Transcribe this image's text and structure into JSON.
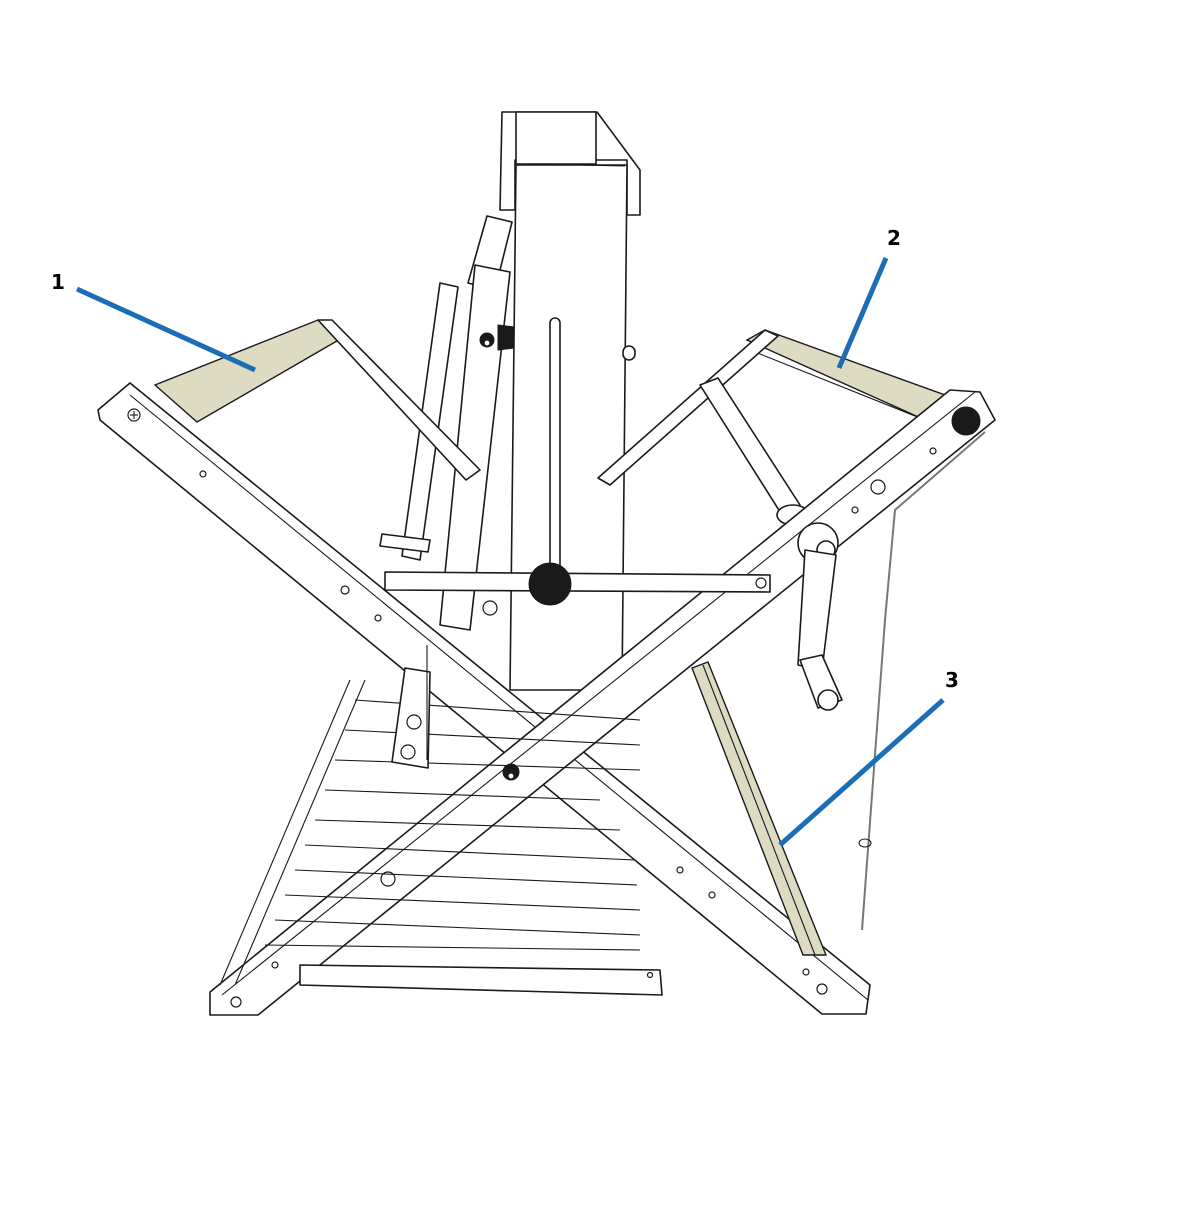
{
  "diagram": {
    "subject": "folding floor loom (X-frame) line drawing",
    "colors": {
      "line": "#1a1a1a",
      "highlight_fill": "#dddcc3",
      "leader_line": "#1b6eb6",
      "background": "#ffffff"
    },
    "callouts": [
      {
        "id": "1",
        "label": "1",
        "target": "back beam (left, highlighted)"
      },
      {
        "id": "2",
        "label": "2",
        "target": "back beam (right, highlighted)"
      },
      {
        "id": "3",
        "label": "3",
        "target": "diagonal brace (highlighted)"
      }
    ]
  }
}
